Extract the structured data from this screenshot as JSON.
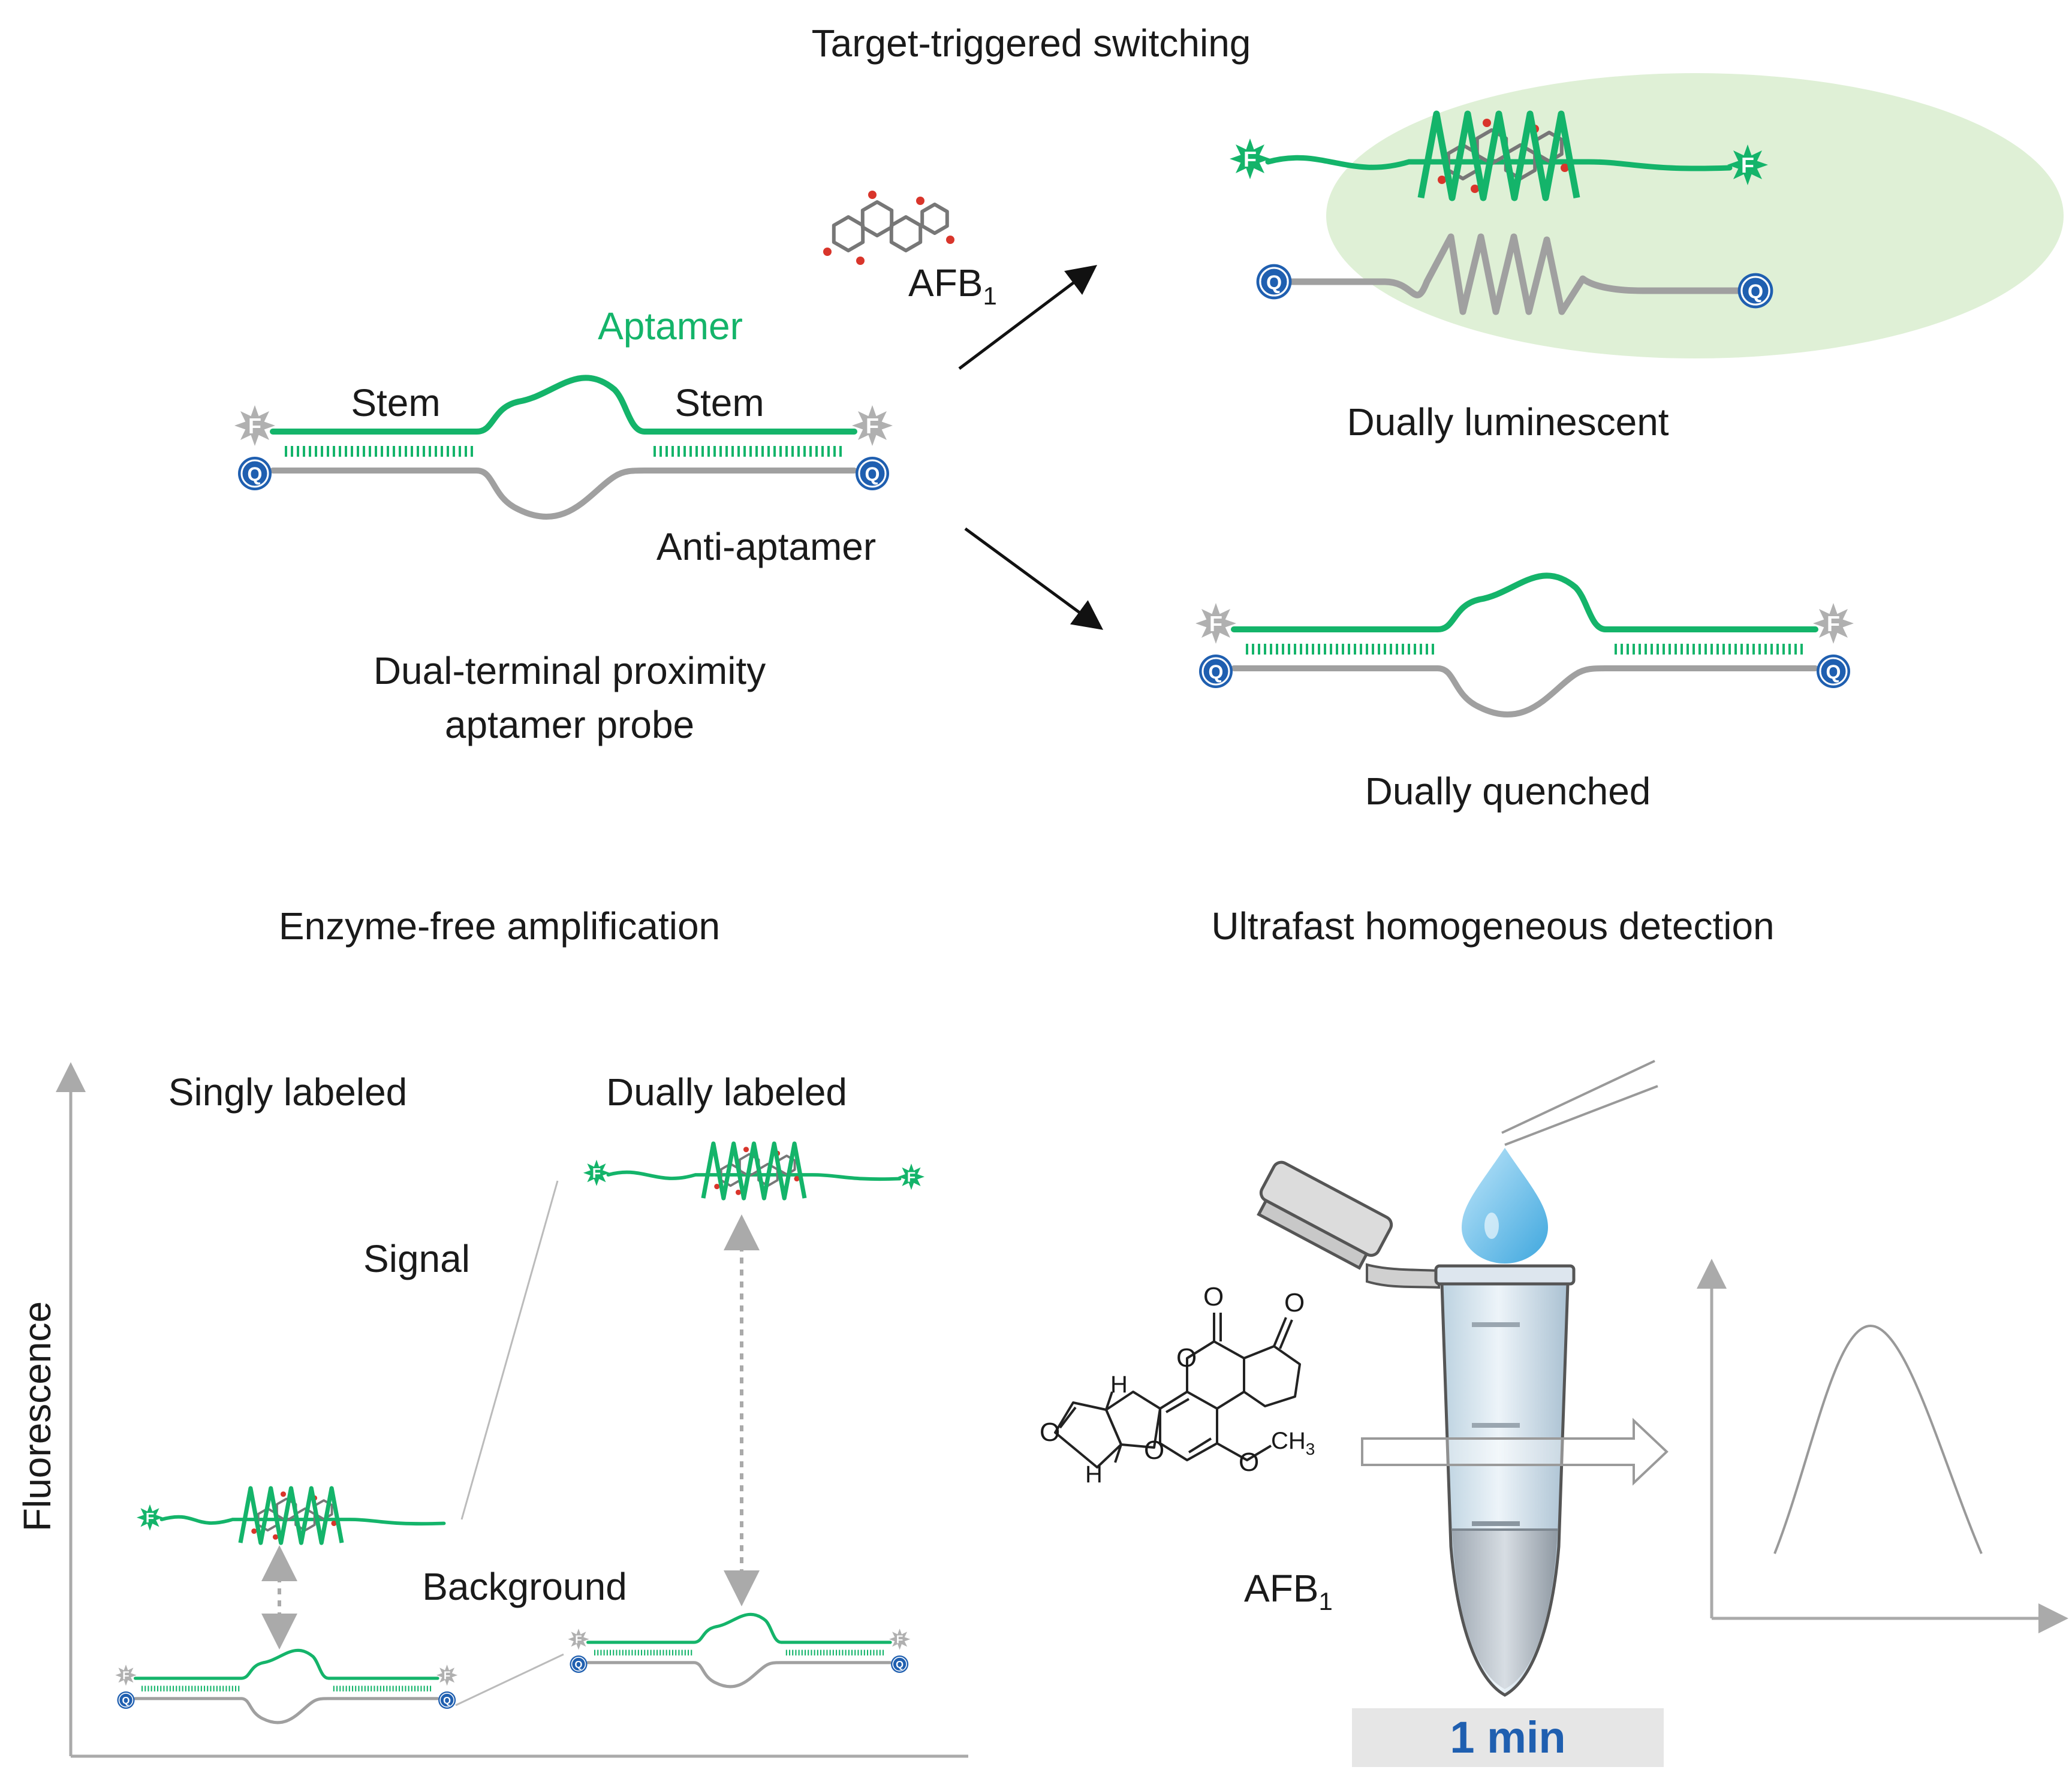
{
  "sections": {
    "top_title": "Target-triggered switching",
    "bottom_left_title": "Enzyme-free amplification",
    "bottom_right_title": "Ultrafast homogeneous detection"
  },
  "probe": {
    "aptamer_label": "Aptamer",
    "stem_left_label": "Stem",
    "stem_right_label": "Stem",
    "anti_aptamer_label": "Anti-aptamer",
    "caption_line1": "Dual-terminal proximity",
    "caption_line2": "aptamer probe",
    "fluorophore_letter": "F",
    "quencher_letter": "Q"
  },
  "target": {
    "name": "AFB",
    "subscript": "1"
  },
  "outcomes": {
    "luminescent_caption": "Dually luminescent",
    "quenched_caption": "Dually quenched"
  },
  "amplification": {
    "y_axis_label": "Fluorescence",
    "singly_label": "Singly labeled",
    "dually_label": "Dually labeled",
    "signal_label": "Signal",
    "background_label": "Background"
  },
  "detection": {
    "molecule_label": "AFB",
    "molecule_subscript": "1",
    "methyl_label": "CH",
    "methyl_subscript": "3",
    "oxygen": "O",
    "hydrogen": "H",
    "time_label": "1 min"
  },
  "colors": {
    "aptamer_green": "#14b46a",
    "anti_aptamer_gray": "#a0a0a0",
    "quencher_blue": "#1f5fb0",
    "glow_green": "#dff0d6",
    "molecule_red": "#d9352b",
    "drop_blue": "#5cb7e6",
    "time_box": "#e6e6e6"
  },
  "icons": [
    "fluorophore-star-icon",
    "quencher-circle-icon",
    "afb1-molecule-icon",
    "tube-icon",
    "droplet-icon",
    "pipette-tip-icon",
    "peak-curve-icon"
  ]
}
